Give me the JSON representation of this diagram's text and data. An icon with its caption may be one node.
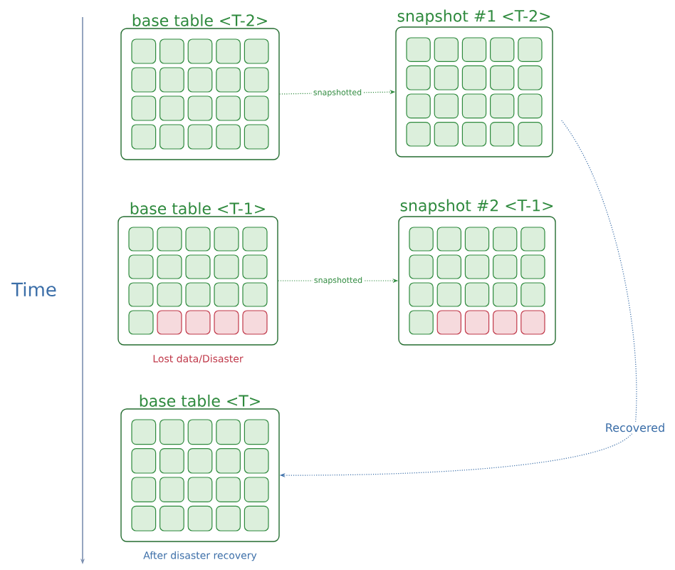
{
  "diagram": {
    "nodes": [
      {
        "text": [
          "base table <T-2>"
        ]
      },
      {
        "text": [
          "snapshot #1 <T-2>"
        ]
      },
      {
        "text": [
          "base table <T-1>"
        ],
        "beside": [
          "Lost data/Disaster"
        ]
      },
      {
        "text": [
          "snapshot #2 <T-1>"
        ]
      },
      {
        "text": [
          "base table <T>"
        ],
        "beside": [
          "After disaster recovery"
        ]
      }
    ],
    "edges": [
      {
        "from": 0,
        "to": 1,
        "arrow": "to",
        "label": "snapshotted",
        "style": "dashed"
      },
      {
        "from": 2,
        "to": 3,
        "arrow": "to",
        "label": "snapshotted",
        "style": "dashed"
      },
      {
        "from": 1,
        "to": 4,
        "arrow": "to",
        "label": "Recovered",
        "style": "dashed",
        "color": "#3b6ea8"
      }
    ],
    "labels": [
      "Time"
    ]
  }
}
